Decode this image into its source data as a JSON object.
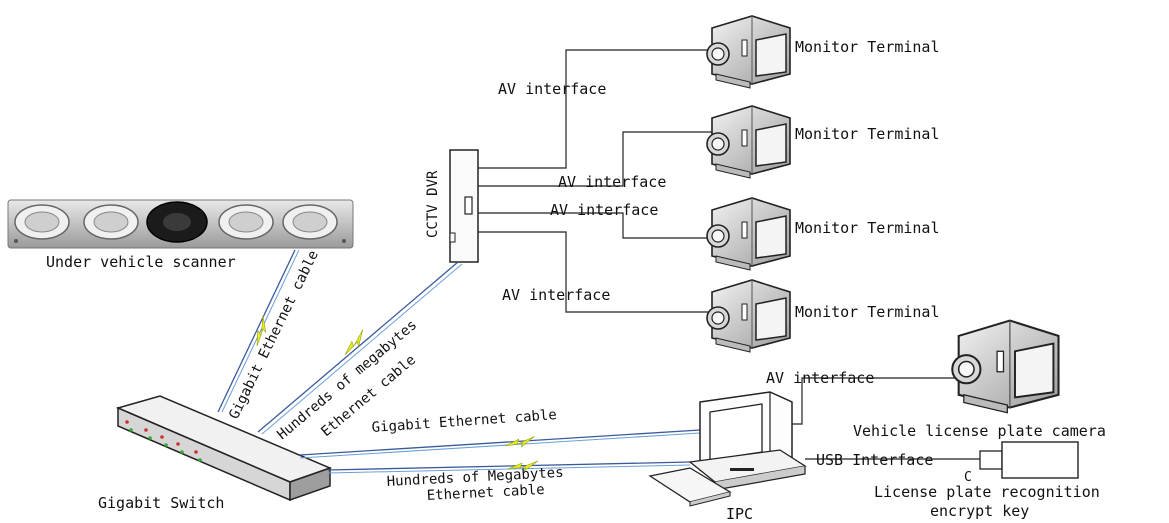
{
  "devices": {
    "scanner": "Under vehicle scanner",
    "dvr": "CCTV DVR",
    "switch": "Gigabit Switch",
    "ipc": "IPC",
    "monitor": "Monitor Terminal",
    "plate_camera": "Vehicle license plate camera",
    "encrypt_key_line1": "License plate recognition",
    "encrypt_key_line2": "encrypt key",
    "key_small": "C"
  },
  "connections": {
    "av_interface": "AV interface",
    "usb_interface": "USB Interface",
    "gigabit_cable": "Gigabit Ethernet cable",
    "hundreds_mega_line1": "Hundreds of megabytes",
    "hundreds_mega_line2": "Ethernet cable",
    "hundreds_Mega_line1": "Hundreds of Megabytes",
    "hundreds_Mega_line2": "Ethernet cable"
  },
  "colors": {
    "line": "#222222",
    "cable_blue": "#3b5a9a",
    "lightning": "#e8ee1c",
    "device_gray": "#cfcfcf"
  }
}
